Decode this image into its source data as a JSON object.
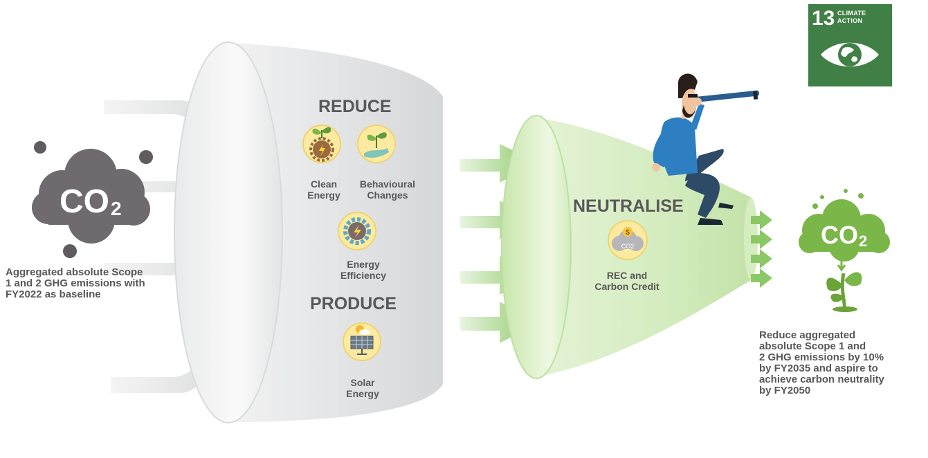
{
  "left_cloud": {
    "co2_main": "CO",
    "co2_sub": "2"
  },
  "baseline_caption": [
    "Aggregated absolute Scope",
    "1 and 2 GHG emissions with",
    "FY2022 as baseline"
  ],
  "reduce": {
    "heading": "REDUCE",
    "items": [
      {
        "label": [
          "Clean",
          "Energy"
        ],
        "icon": "plant-lightning-gear-icon"
      },
      {
        "label": [
          "Behavioural",
          "Changes"
        ],
        "icon": "hand-plant-icon"
      },
      {
        "label": [
          "Energy",
          "Efficiency"
        ],
        "icon": "lightning-gear-icon"
      }
    ]
  },
  "produce": {
    "heading": "PRODUCE",
    "items": [
      {
        "label": [
          "Solar",
          "Energy"
        ],
        "icon": "solar-panel-icon"
      }
    ]
  },
  "neutralise": {
    "heading": "NEUTRALISE",
    "items": [
      {
        "label": [
          "REC and",
          "Carbon Credit"
        ],
        "icon": "carbon-credit-cloud-icon",
        "icon_text_top": "$",
        "icon_text_bottom": "CO2"
      }
    ]
  },
  "right_cloud": {
    "co2_main": "CO",
    "co2_sub": "2"
  },
  "target_caption": [
    "Reduce aggregated",
    "absolute Scope 1 and",
    "2 GHG emissions by 10%",
    "by FY2035 and aspire to",
    "achieve carbon neutrality",
    "by FY2050"
  ],
  "sdg_badge": {
    "number": "13",
    "title_line1": "CLIMATE",
    "title_line2": "ACTION",
    "color": "#407f46"
  },
  "colors": {
    "text": "#58585a",
    "cloud_dark": "#6e6a6e",
    "cloud_green": "#7ab648",
    "funnel_grey": "#e2e3e4",
    "funnel_green": "#cfe9b8",
    "arrow_grey": "#d4d5d6",
    "arrow_green": "#8cc865",
    "icon_circle": "#fbeaa0"
  }
}
